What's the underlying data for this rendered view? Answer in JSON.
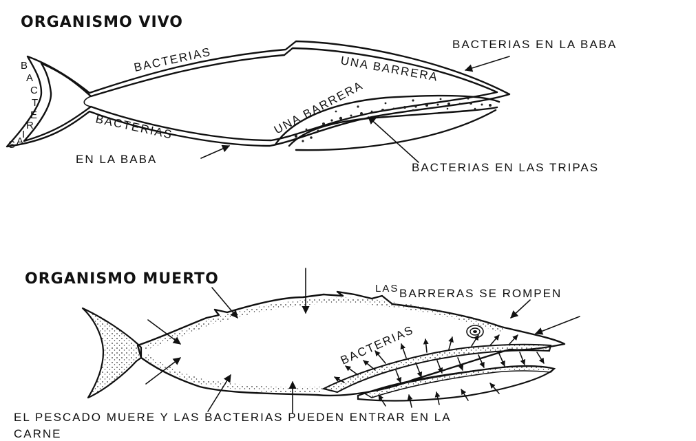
{
  "top": {
    "heading": "ORGANISMO VIVO",
    "labels": {
      "bacteria_top": "BACTERIAS",
      "bacteria_tail": [
        "B",
        "A",
        "C",
        "T",
        "E",
        "R",
        "I",
        "A",
        "S"
      ],
      "bacteria_bottom": "BACTERIAS",
      "barrier_skin": "UNA BARRERA",
      "barrier_gut": "UNA BARRERA",
      "slime_top": "BACTERIAS EN LA BABA",
      "slime_bottom": "EN LA BABA",
      "gut": "BACTERIAS EN LAS TRIPAS"
    }
  },
  "bottom": {
    "heading": "ORGANISMO MUERTO",
    "labels": {
      "las": "LAS",
      "barriers_break": "BARRERAS SE ROMPEN",
      "bacteria": "BACTERIAS",
      "caption_line1": "EL PESCADO MUERE Y LAS BACTERIAS PUEDEN ENTRAR EN LA",
      "caption_line2": "CARNE"
    }
  }
}
